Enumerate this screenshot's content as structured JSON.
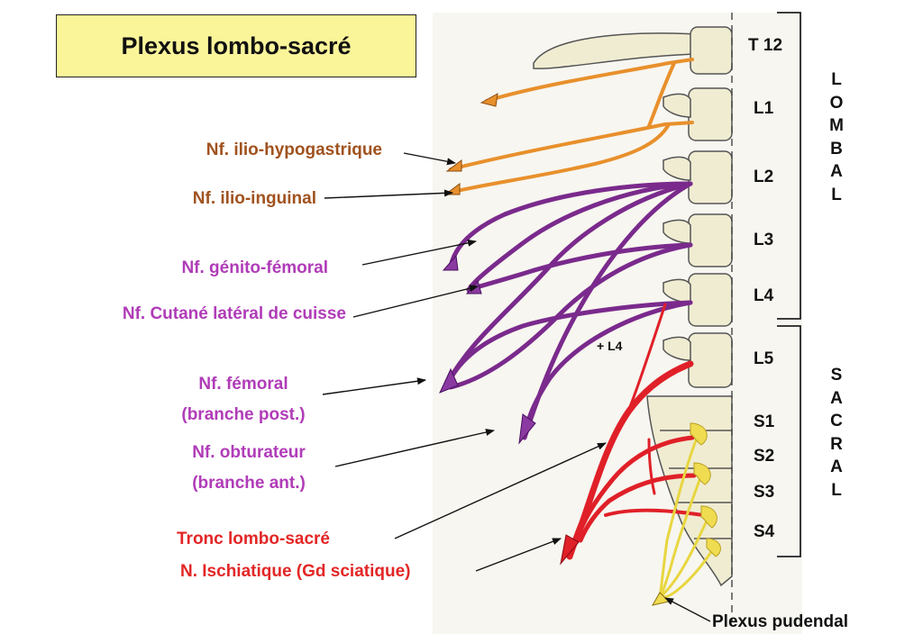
{
  "title": "Plexus lombo-sacré",
  "colors": {
    "brown": "#a0521e",
    "magenta": "#b03cb8",
    "red": "#e32626",
    "orange_nerve": "#e8902c",
    "purple_nerve": "#7a2a8c",
    "red_nerve": "#e02028",
    "yellow_nerve": "#e8d640",
    "title_bg": "#fbf59a"
  },
  "labels": {
    "ilio_hypogastrique": "Nf. ilio-hypogastrique",
    "ilio_inguinal": "Nf. ilio-inguinal",
    "genito_femoral": "Nf. génito-fémoral",
    "cutane_lateral": "Nf. Cutané latéral de cuisse",
    "femoral_1": "Nf. fémoral",
    "femoral_2": "(branche post.)",
    "obturateur_1": "Nf. obturateur",
    "obturateur_2": "(branche ant.)",
    "tronc": "Tronc lombo-sacré",
    "ischiatique": "N. Ischiatique (Gd sciatique)",
    "pudendal": "Plexus pudendal",
    "plus_l4": "+ L4"
  },
  "levels": [
    "T 12",
    "L1",
    "L2",
    "L3",
    "L4",
    "L5",
    "S1",
    "S2",
    "S3",
    "S4"
  ],
  "regions": {
    "lombal": [
      "L",
      "O",
      "M",
      "B",
      "A",
      "L"
    ],
    "sacral": [
      "S",
      "A",
      "C",
      "R",
      "A",
      "L"
    ]
  }
}
